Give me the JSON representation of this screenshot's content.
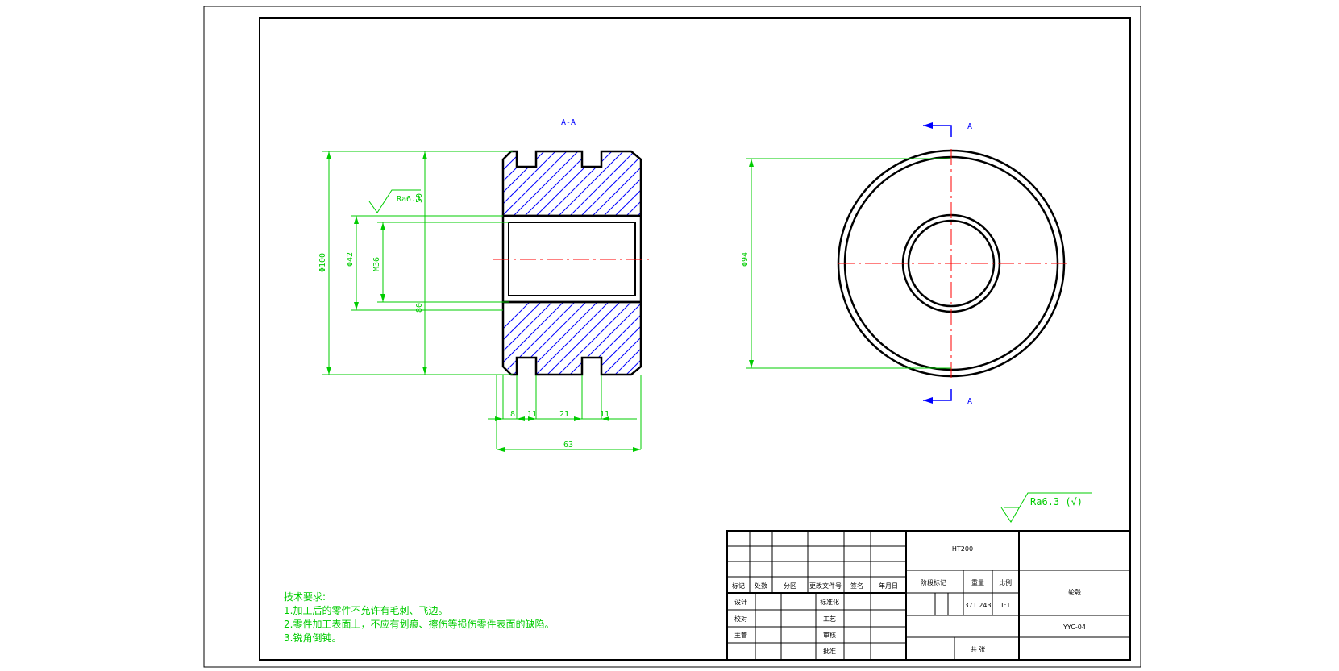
{
  "section_label": "A-A",
  "section_marker": "A",
  "dimensions": {
    "d100": "Φ100",
    "d42": "Φ42",
    "m36": "M36",
    "d94": "Φ94",
    "ra_small": "Ra6.3",
    "ra_small_2": "50",
    "h_80": "80",
    "w_8": "8",
    "w_11a": "11",
    "w_21": "21",
    "w_11b": "11",
    "w_63": "63"
  },
  "surface_note": "Ra6.3 (√)",
  "notes": {
    "title": "技术要求:",
    "line1": "1.加工后的零件不允许有毛刺、飞边。",
    "line2": "2.零件加工表面上，不应有划痕、擦伤等损伤零件表面的缺陷。",
    "line3": "3.锐角倒钝。"
  },
  "title_block": {
    "material": "HT200",
    "h_mark": "标记",
    "h_count": "处数",
    "h_zone": "分区",
    "h_docno": "更改文件号",
    "h_sign": "签名",
    "h_date": "年月日",
    "design": "设计",
    "check": "校对",
    "chief": "主管",
    "std": "标准化",
    "process": "工艺",
    "review": "审核",
    "approve": "批准",
    "stage_mark": "阶段标记",
    "weight": "重量",
    "scale": "比例",
    "stage_value": "",
    "weight_value": "371.243",
    "scale_value": "1:1",
    "part_name": "轮毂",
    "drawing_no": "YYC-04",
    "sheet": "共 张"
  },
  "colors": {
    "outline": "#000000",
    "dimension": "#00cc00",
    "centerline": "#ff0000",
    "hatch": "#0000ff",
    "section": "#0000ff"
  }
}
